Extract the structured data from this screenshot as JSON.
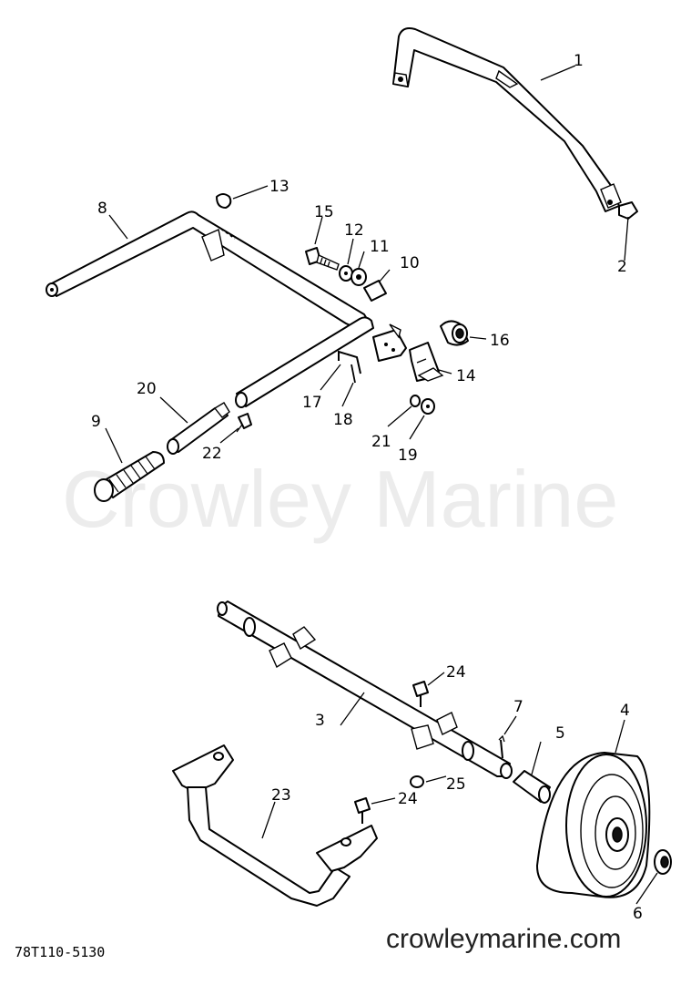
{
  "diagram": {
    "watermark": "Crowley Marine",
    "footer_url": "crowleymarine.com",
    "drawing_code": "78T110-5130",
    "callouts": [
      "1",
      "2",
      "3",
      "4",
      "5",
      "6",
      "7",
      "8",
      "9",
      "10",
      "11",
      "12",
      "13",
      "14",
      "15",
      "16",
      "17",
      "18",
      "19",
      "20",
      "21",
      "22",
      "23",
      "24",
      "24",
      "25"
    ]
  }
}
